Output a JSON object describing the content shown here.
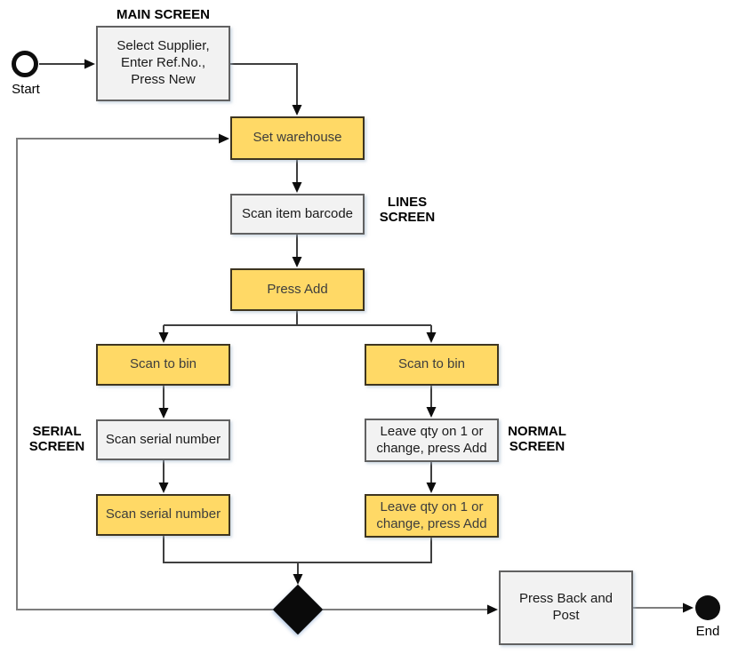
{
  "flowchart": {
    "screen_labels": {
      "main": "MAIN SCREEN",
      "lines": "LINES\nSCREEN",
      "serial": "SERIAL\nSCREEN",
      "normal": "NORMAL\nSCREEN"
    },
    "terminals": {
      "start": "Start",
      "end": "End"
    },
    "steps": {
      "main_entry": "Select Supplier,\nEnter Ref.No.,\nPress New",
      "set_warehouse": "Set warehouse",
      "scan_item_barcode": "Scan item barcode",
      "press_add": "Press Add",
      "serial_scan_to_bin": "Scan to bin",
      "serial_scan_serial_1": "Scan serial number",
      "serial_scan_serial_2": "Scan serial number",
      "normal_scan_to_bin": "Scan to bin",
      "normal_leave_qty_1": "Leave qty on 1 or\nchange, press Add",
      "normal_leave_qty_2": "Leave qty on 1 or\nchange, press Add",
      "press_back_post": "Press Back and\nPost"
    },
    "colors": {
      "process_fill": "#FFD966",
      "process_border": "#3E3520",
      "process_text": "#3D3D3D",
      "screen_fill": "#F2F2F2",
      "screen_border": "#616161",
      "screen_text": "#1A1A1A",
      "connector_dark": "#3F3F3F",
      "connector_gray": "#7D7D7D",
      "terminal_black": "#0D0D0D"
    }
  }
}
